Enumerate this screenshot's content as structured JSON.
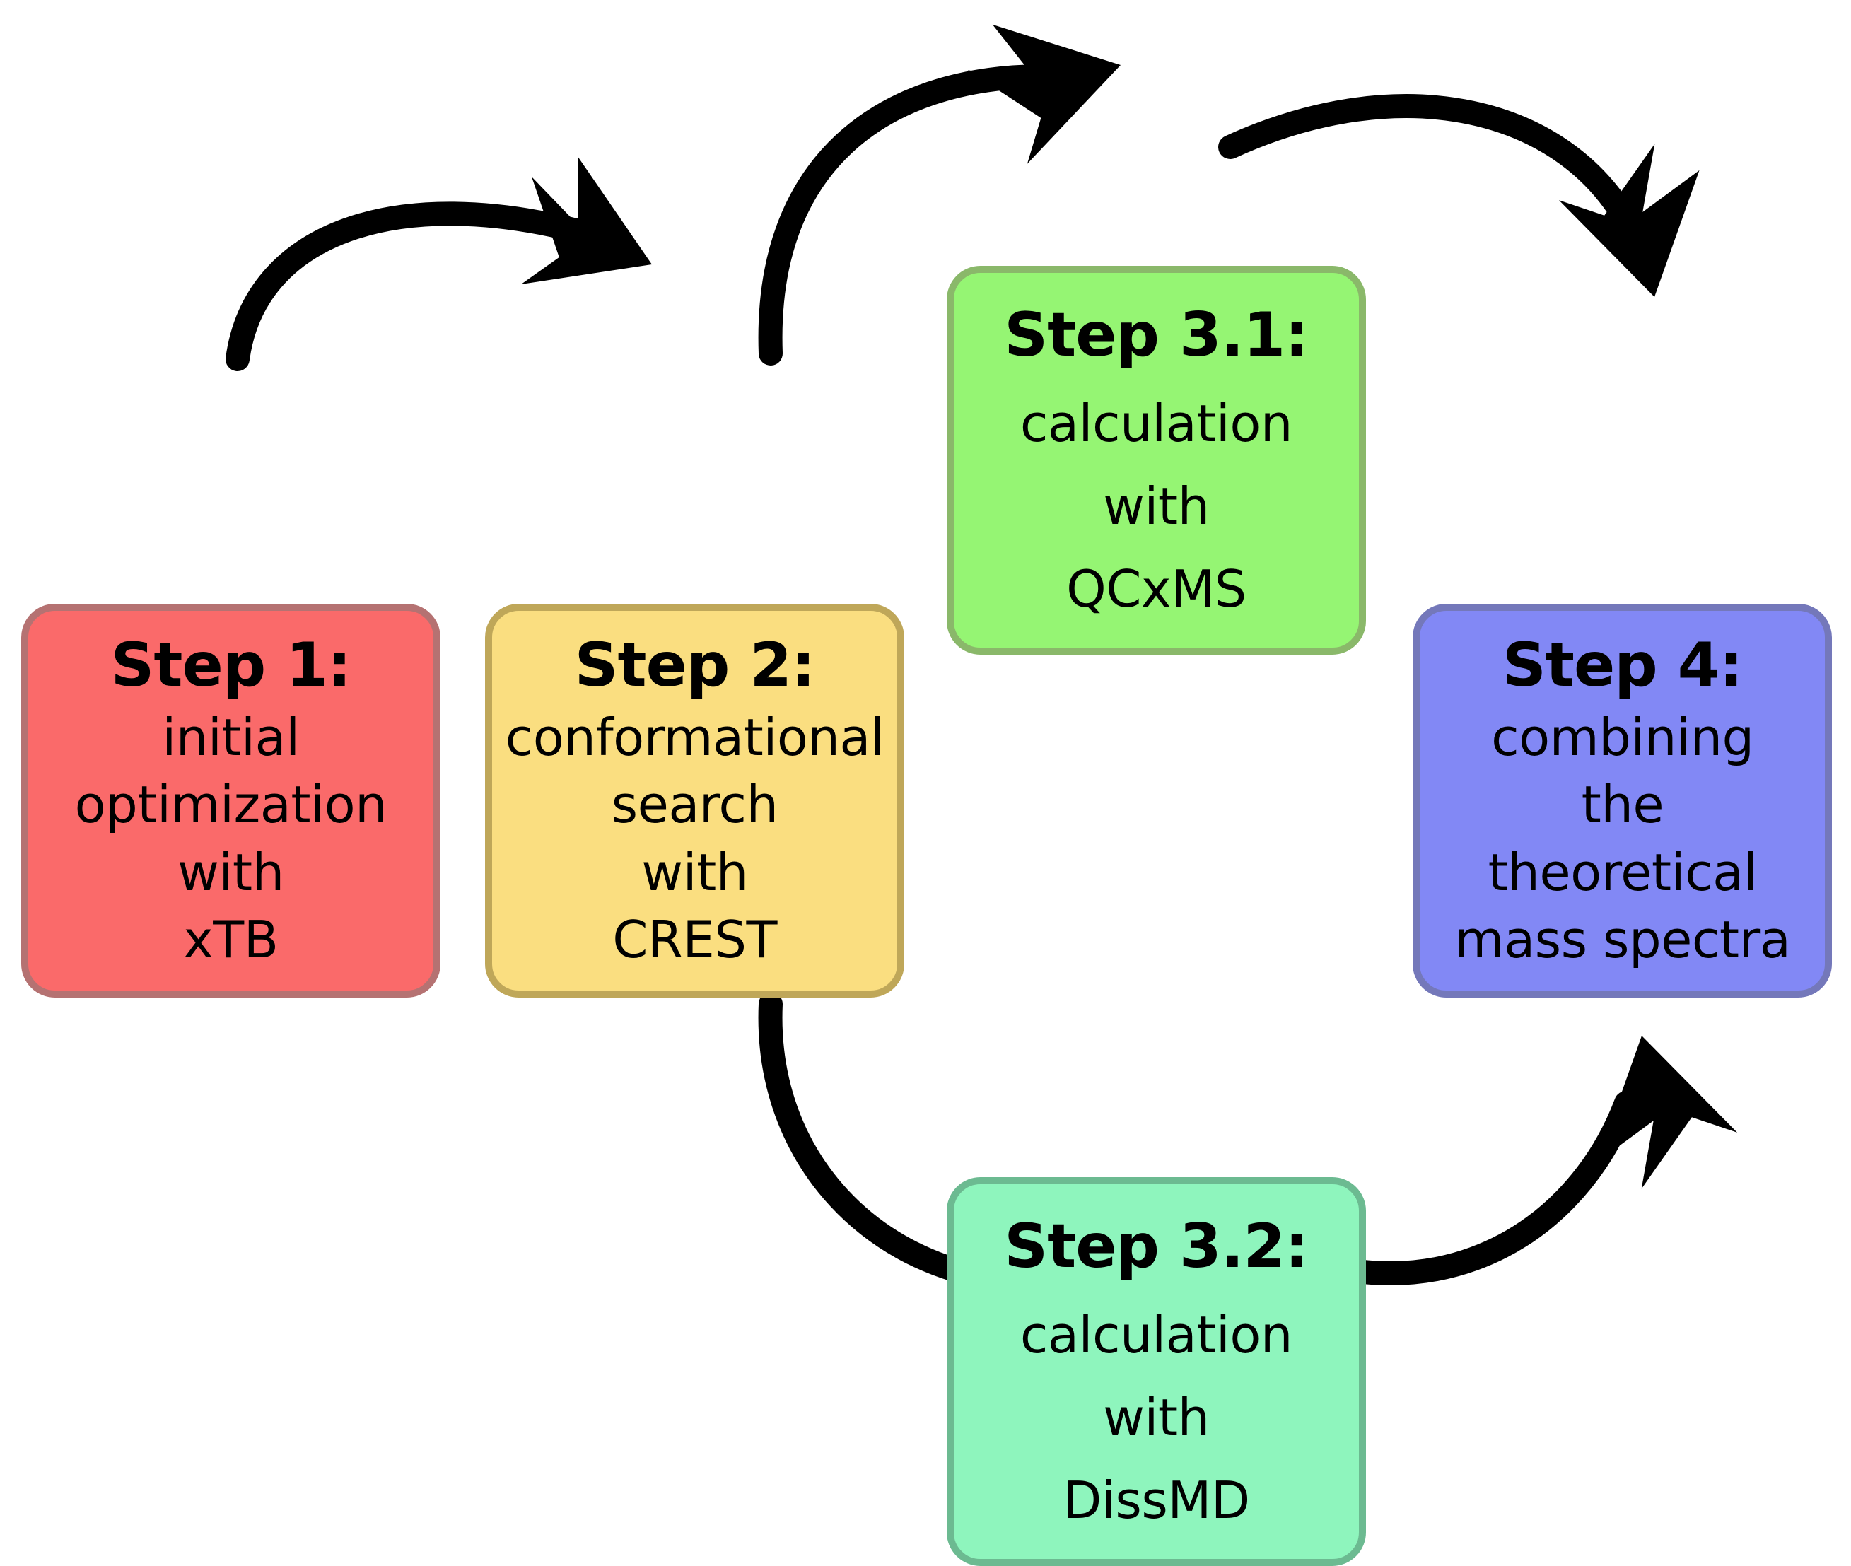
{
  "diagram": {
    "type": "flowchart",
    "title": "",
    "background_color": "#ffffff",
    "arrow_color": "#000000",
    "nodes": [
      {
        "id": "step-1",
        "title": "Step 1:",
        "lines": [
          "initial",
          "optimization",
          "with",
          "xTB"
        ],
        "fill_color": "#fa6a6a",
        "border_color": "#b57272"
      },
      {
        "id": "step-2",
        "title": "Step 2:",
        "lines": [
          "conformational",
          "search",
          "with",
          "CREST"
        ],
        "fill_color": "#fade80",
        "border_color": "#bfa759"
      },
      {
        "id": "step-3-1",
        "title": "Step 3.1:",
        "lines": [
          "calculation",
          "with",
          "QCxMS"
        ],
        "fill_color": "#95f573",
        "border_color": "#8ab86a"
      },
      {
        "id": "step-3-2",
        "title": "Step 3.2:",
        "lines": [
          "calculation",
          "with",
          "DissMD"
        ],
        "fill_color": "#8ef5bd",
        "border_color": "#6cba91"
      },
      {
        "id": "step-4",
        "title": "Step 4:",
        "lines": [
          "combining",
          "the",
          "theoretical",
          "mass spectra"
        ],
        "fill_color": "#8288f5",
        "border_color": "#7478ba"
      }
    ],
    "edges": [
      {
        "id": "edge-step1-step2",
        "from": "step-1",
        "to": "step-2"
      },
      {
        "id": "edge-step2-step31",
        "from": "step-2",
        "to": "step-3-1"
      },
      {
        "id": "edge-step2-step32",
        "from": "step-2",
        "to": "step-3-2"
      },
      {
        "id": "edge-step31-step4",
        "from": "step-3-1",
        "to": "step-4"
      },
      {
        "id": "edge-step32-step4",
        "from": "step-3-2",
        "to": "step-4"
      }
    ]
  }
}
